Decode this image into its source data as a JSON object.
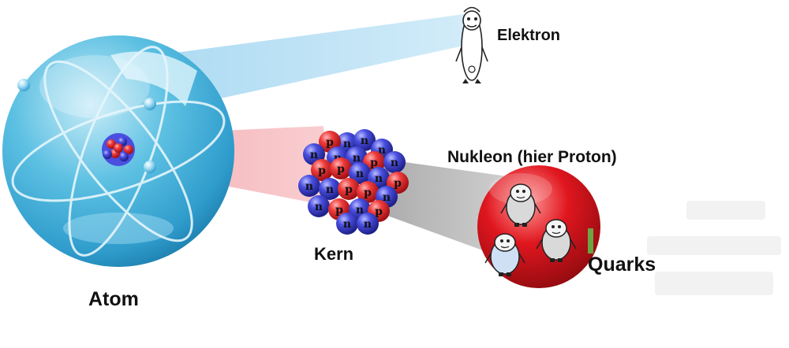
{
  "labels": {
    "atom": "Atom",
    "kern": "Kern",
    "elektron": "Elektron",
    "nukleon": "Nukleon (hier Proton)",
    "quarks": "Quarks"
  },
  "nucleons": {
    "proton_letter": "p",
    "neutron_letter": "n"
  },
  "colors": {
    "atom_sphere": "#4fb6dc",
    "orbit": "#e8f6fc",
    "proton": "#e2242b",
    "neutron": "#3a3fc9",
    "electron_beam": "#a9d8f0",
    "kern_beam": "#f4a7ac",
    "nucleon_beam": "#b4b4b4",
    "proton_sphere": "#d8141c"
  }
}
